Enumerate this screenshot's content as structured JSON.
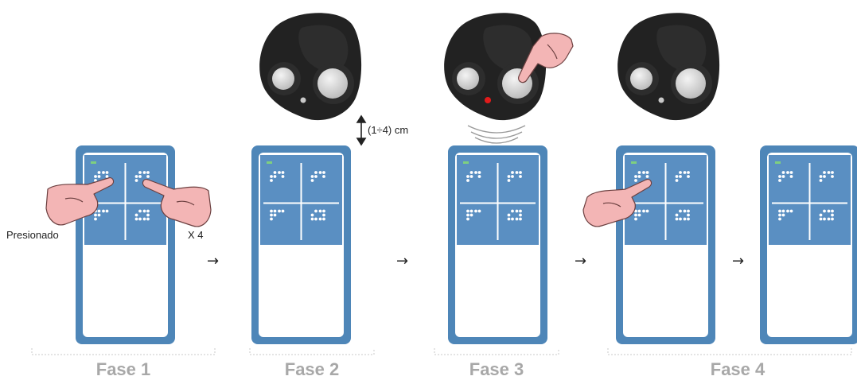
{
  "phases": [
    {
      "label": "Fase 1"
    },
    {
      "label": "Fase 2"
    },
    {
      "label": "Fase 3"
    },
    {
      "label": "Fase 4"
    }
  ],
  "annotations": {
    "pressed": "Presionado",
    "repeat": "X 4",
    "distance": "(1÷4) cm"
  },
  "arrow_glyph": "→",
  "colors": {
    "device_frame": "#4e86b8",
    "screen": "#ffffff",
    "braille_panel": "#5a8fc2",
    "braille_dot": "#ffffff",
    "led_green": "#7fd07f",
    "remote_body": "#222222",
    "remote_button": "#d5d5d5",
    "hand_skin": "#f3b5b5",
    "indicator_red": "#e21b1b",
    "phase_label": "#a8a8a8"
  },
  "icons": [
    "pointing-hand-icon",
    "double-arrow-icon",
    "vibration-waves-icon"
  ]
}
